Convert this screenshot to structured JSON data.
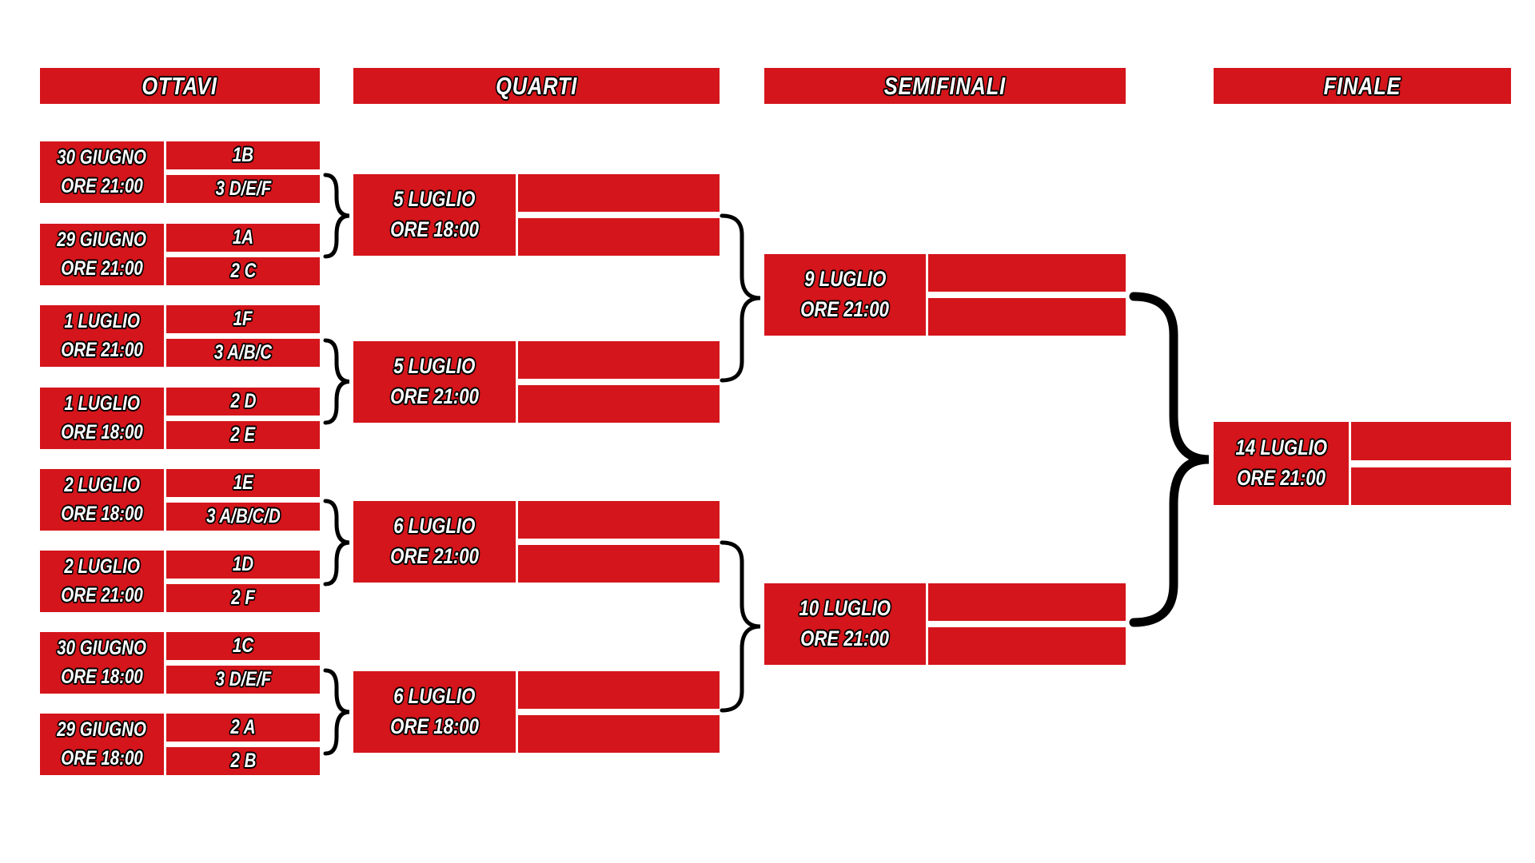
{
  "bracket": {
    "columns": [
      {
        "id": "ottavi",
        "label": "OTTAVI",
        "matches": [
          {
            "date": "30 GIUGNO",
            "time": "ORE 21:00",
            "home": "1B",
            "away": "3 D/E/F"
          },
          {
            "date": "29 GIUGNO",
            "time": "ORE 21:00",
            "home": "1A",
            "away": "2 C"
          },
          {
            "date": "1 LUGLIO",
            "time": "ORE 21:00",
            "home": "1F",
            "away": "3 A/B/C"
          },
          {
            "date": "1 LUGLIO",
            "time": "ORE 18:00",
            "home": "2 D",
            "away": "2 E"
          },
          {
            "date": "2 LUGLIO",
            "time": "ORE 18:00",
            "home": "1E",
            "away": "3 A/B/C/D"
          },
          {
            "date": "2 LUGLIO",
            "time": "ORE 21:00",
            "home": "1D",
            "away": "2 F"
          },
          {
            "date": "30 GIUGNO",
            "time": "ORE 18:00",
            "home": "1C",
            "away": "3 D/E/F"
          },
          {
            "date": "29 GIUGNO",
            "time": "ORE 18:00",
            "home": "2 A",
            "away": "2 B"
          }
        ]
      },
      {
        "id": "quarti",
        "label": "QUARTI",
        "matches": [
          {
            "date": "5 LUGLIO",
            "time": "ORE 18:00",
            "home": "",
            "away": ""
          },
          {
            "date": "5 LUGLIO",
            "time": "ORE 21:00",
            "home": "",
            "away": ""
          },
          {
            "date": "6 LUGLIO",
            "time": "ORE 21:00",
            "home": "",
            "away": ""
          },
          {
            "date": "6 LUGLIO",
            "time": "ORE 18:00",
            "home": "",
            "away": ""
          }
        ]
      },
      {
        "id": "semifinali",
        "label": "SEMIFINALI",
        "matches": [
          {
            "date": "9 LUGLIO",
            "time": "ORE 21:00",
            "home": "",
            "away": ""
          },
          {
            "date": "10 LUGLIO",
            "time": "ORE 21:00",
            "home": "",
            "away": ""
          }
        ]
      },
      {
        "id": "finale",
        "label": "FINALE",
        "matches": [
          {
            "date": "14 LUGLIO",
            "time": "ORE 21:00",
            "home": "",
            "away": ""
          }
        ]
      }
    ],
    "colors": {
      "block_red": "#d4151b",
      "text_white": "#ffffff",
      "outline_black": "#000000",
      "connector_black": "#000000",
      "background": "#ffffff"
    }
  }
}
